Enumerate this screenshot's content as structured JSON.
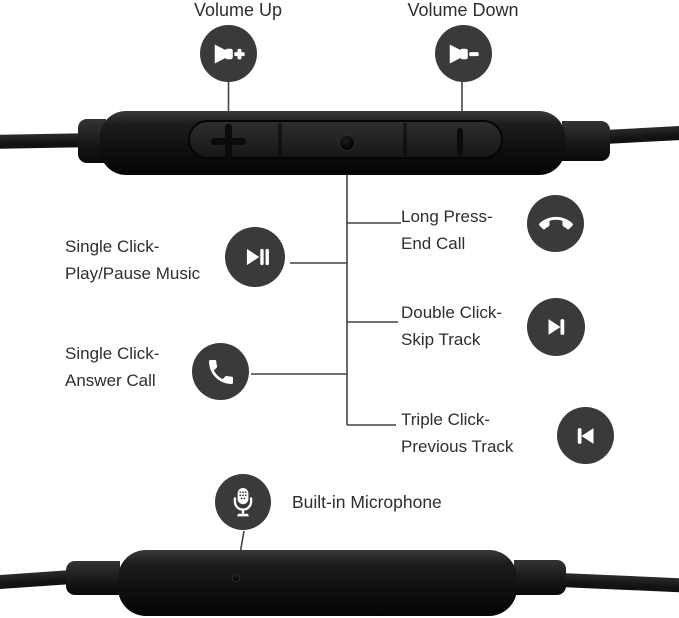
{
  "colors": {
    "icon_circle": "#3a3a3c",
    "text": "#2e2e2e",
    "connector_line": "#444444",
    "device_body": "#0f0f0f",
    "background": "#ffffff"
  },
  "callouts": {
    "volume_up": {
      "label": "Volume Up",
      "icon": "speaker-plus-icon"
    },
    "volume_down": {
      "label": "Volume Down",
      "icon": "speaker-minus-icon"
    },
    "play_pause": {
      "line1": "Single Click-",
      "line2": "Play/Pause Music",
      "icon": "play-pause-icon"
    },
    "answer_call": {
      "line1": "Single Click-",
      "line2": "Answer Call",
      "icon": "phone-answer-icon"
    },
    "end_call": {
      "line1": "Long Press-",
      "line2": "End Call",
      "icon": "phone-end-icon"
    },
    "skip_track": {
      "line1": "Double Click-",
      "line2": "Skip Track",
      "icon": "skip-forward-icon"
    },
    "previous_track": {
      "line1": "Triple Click-",
      "line2": "Previous Track",
      "icon": "skip-back-icon"
    },
    "microphone": {
      "label": "Built-in Microphone",
      "icon": "microphone-icon"
    }
  },
  "device": {
    "modules": [
      "inline-remote",
      "microphone-module"
    ],
    "remote_buttons": [
      "volume-up-button",
      "center-multifunction-button",
      "volume-down-button"
    ]
  }
}
